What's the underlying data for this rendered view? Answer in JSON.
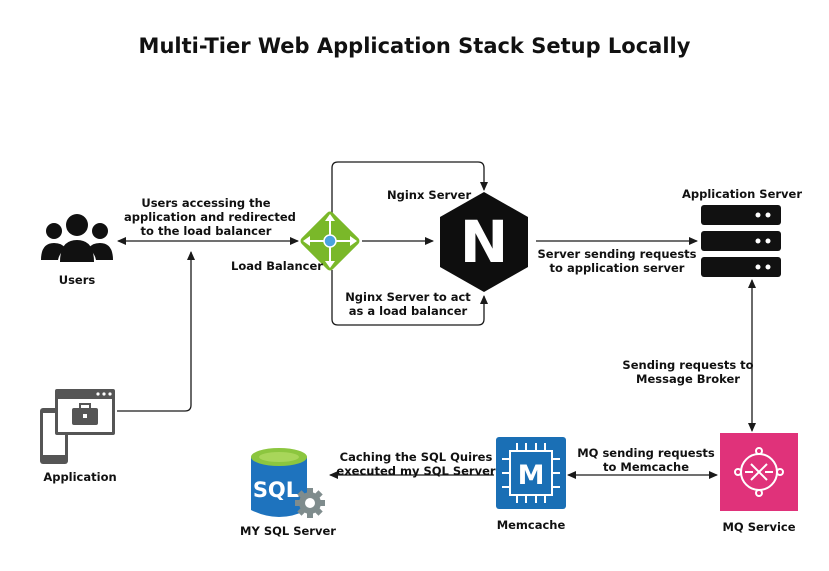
{
  "title": "Multi-Tier Web Application Stack Setup Locally",
  "nodes": {
    "users": "Users",
    "application": "Application",
    "load_balancer": "Load Balancer",
    "nginx_server": "Nginx Server",
    "application_server": "Application Server",
    "mq_service": "MQ Service",
    "memcache": "Memcache",
    "mysql_server": "MY SQL Server"
  },
  "edges": {
    "users_to_lb": [
      "Users accessing the",
      "application and redirected",
      "to the load balancer"
    ],
    "nginx_lb": [
      "Nginx Server to act",
      "as a load balancer"
    ],
    "nginx_to_app": [
      "Server sending requests",
      "to application server"
    ],
    "app_to_mq": [
      "Sending requests to",
      "Message Broker"
    ],
    "mq_to_memcache": [
      "MQ sending requests",
      "to Memcache"
    ],
    "memcache_to_sql": [
      "Caching the SQL Quires",
      "executed my SQL Server"
    ]
  },
  "icons": {
    "nginx_letter": "N",
    "memcache_letter": "M",
    "sql_text": "SQL"
  },
  "colors": {
    "load_balancer": "#7ab829",
    "nginx": "#0e0e0e",
    "memcache": "#1a6fb5",
    "mq": "#e0327a",
    "sql": "#1e73be",
    "sql_top": "#8cc63f",
    "line": "#1a1a1a"
  }
}
